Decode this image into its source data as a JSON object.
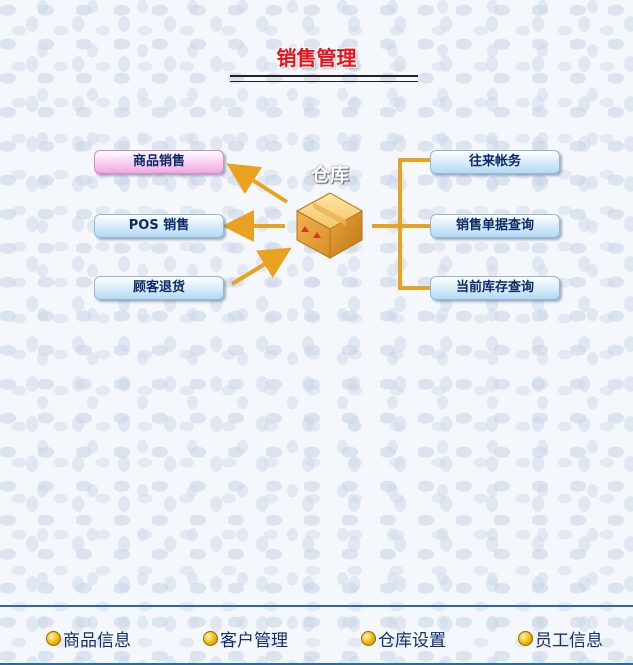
{
  "page": {
    "title": "销售管理"
  },
  "hub": {
    "label": "仓库",
    "icon": "warehouse-box-icon"
  },
  "left_buttons": [
    {
      "label": "商品销售",
      "active": true
    },
    {
      "label": "POS 销售",
      "active": false
    },
    {
      "label": "顾客退货",
      "active": false
    }
  ],
  "right_buttons": [
    {
      "label": "往来帐务"
    },
    {
      "label": "销售单据查询"
    },
    {
      "label": "当前库存查询"
    }
  ],
  "footer": [
    {
      "label": "商品信息",
      "icon": "orange-bullet-icon"
    },
    {
      "label": "客户管理",
      "icon": "orange-bullet-icon"
    },
    {
      "label": "仓库设置",
      "icon": "orange-bullet-icon"
    },
    {
      "label": "员工信息",
      "icon": "orange-bullet-icon"
    }
  ],
  "colors": {
    "title": "#e8101a",
    "connector": "#e9a21f",
    "footer_border": "#2a6ca8",
    "button_text": "#0b2a6b"
  }
}
